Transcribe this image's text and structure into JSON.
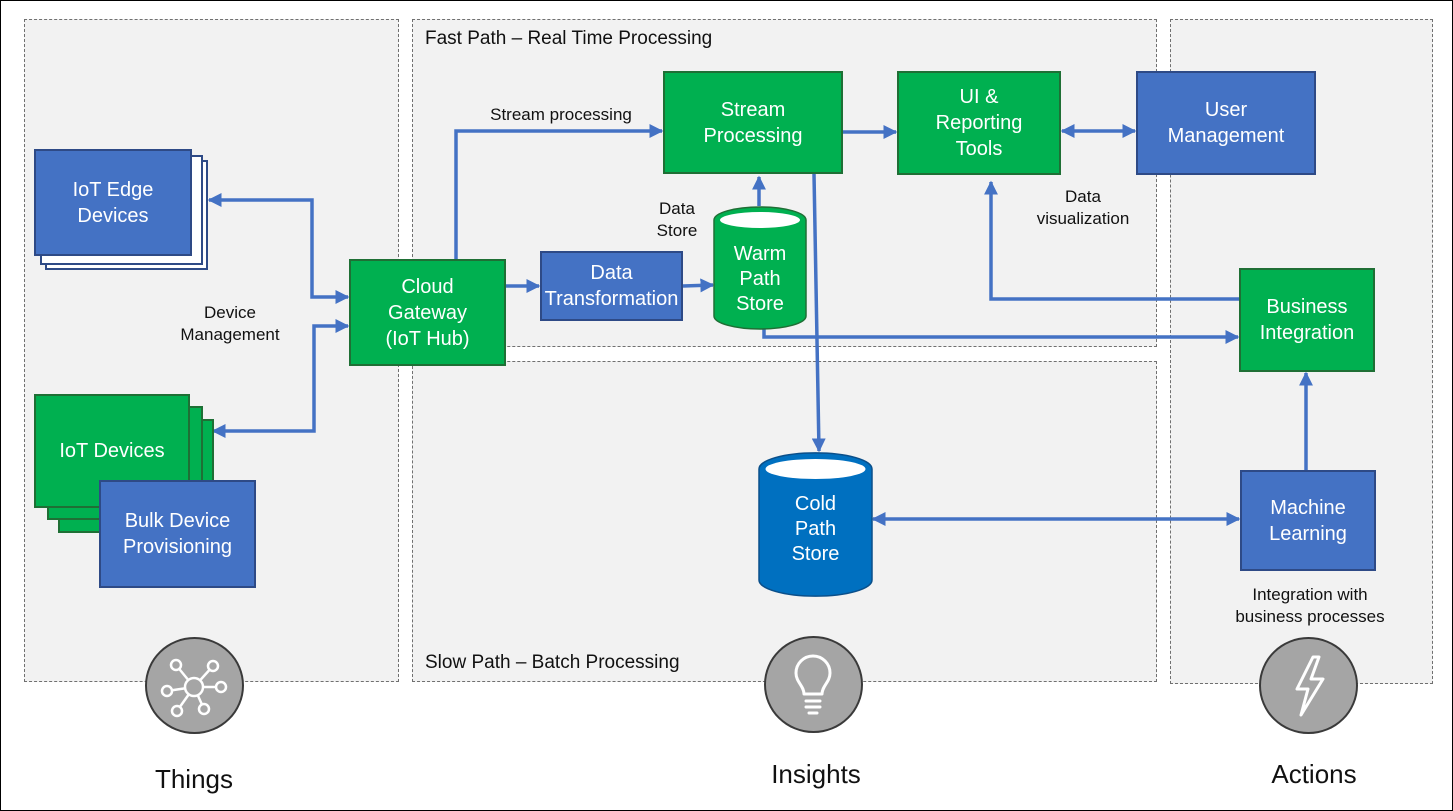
{
  "colors": {
    "green": "#00b050",
    "blue": "#4472c4",
    "arrow": "#4472c4",
    "region_fill": "#f2f2f2",
    "region_border": "#707070",
    "icon_circle": "#a5a5a5"
  },
  "regions": {
    "fast_path_title": "Fast Path – Real Time Processing",
    "slow_path_title": "Slow Path – Batch Processing"
  },
  "boxes": {
    "iot_edge": "IoT Edge\nDevices",
    "iot_devices": "IoT Devices",
    "bulk_provisioning": "Bulk Device\nProvisioning",
    "cloud_gateway": "Cloud\nGateway\n(IoT Hub)",
    "data_transformation": "Data\nTransformation",
    "stream_processing": "Stream\nProcessing",
    "ui_reporting": "UI &\nReporting\nTools",
    "user_management": "User\nManagement",
    "business_integration": "Business\nIntegration",
    "machine_learning": "Machine\nLearning"
  },
  "stores": {
    "warm_path": "Warm\nPath\nStore",
    "cold_path": "Cold\nPath\nStore"
  },
  "labels": {
    "device_management": "Device\nManagement",
    "stream_processing": "Stream processing",
    "data_store": "Data\nStore",
    "data_visualization": "Data\nvisualization",
    "integration_business": "Integration with\nbusiness processes"
  },
  "pillars": {
    "things": {
      "label": "Things",
      "icon": "network-hub-icon"
    },
    "insights": {
      "label": "Insights",
      "icon": "lightbulb-icon"
    },
    "actions": {
      "label": "Actions",
      "icon": "lightning-bolt-icon"
    }
  }
}
